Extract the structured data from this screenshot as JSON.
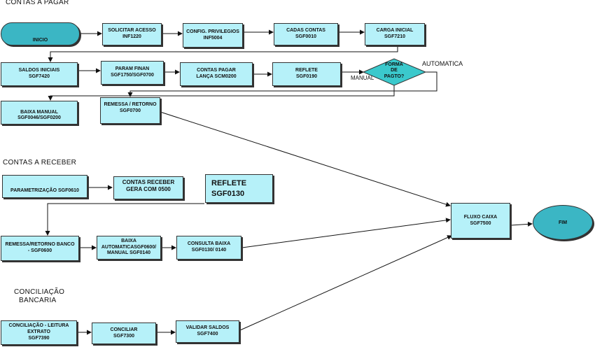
{
  "headings": {
    "contas_pagar": "CONTAS A PAGAR",
    "contas_receber": "CONTAS A RECEBER",
    "conciliacao_1": "CONCILIAÇÃO",
    "conciliacao_2": "BANCARIA"
  },
  "labels": {
    "automatica": "AUTOMATICA",
    "manual": "MANUAL"
  },
  "nodes": {
    "inicio": "INICIO",
    "solicitar_acesso": [
      "SOLICITAR ACESSO",
      "INF1220"
    ],
    "config_privilegios": [
      "CONFIG. PRIVILEGIOS",
      "INF5004"
    ],
    "cadas_contas": [
      "CADAS CONTAS",
      "SGF0010"
    ],
    "carga_inicial": [
      "CARGA INICIAL",
      "SGF7210"
    ],
    "saldos_iniciais": [
      "SALDOS INICIAIS",
      "SGF7420"
    ],
    "param_finan": [
      "PARAM FINAN",
      "SGF1750/SGF0700"
    ],
    "contas_pagar": [
      "CONTAS PAGAR",
      "LANÇA SCM0200"
    ],
    "reflete_pagar": [
      "REFLETE",
      "SGF0190"
    ],
    "forma_pagto": [
      "FORMA",
      "DE",
      "PAGTO?"
    ],
    "baixa_manual": [
      "BAIXA MANUAL",
      "SGF0046/SGF0200"
    ],
    "remessa_retorno": [
      "REMESSA / RETORNO",
      "SGF0700"
    ],
    "parametrizacao": [
      "PARAMETRIZAÇÃO SGF0610"
    ],
    "contas_receber": [
      "CONTAS RECEBER",
      "GERA COM 0500"
    ],
    "reflete_receber": [
      "REFLETE",
      "SGF0130"
    ],
    "remessa_banco": [
      "REMESSA/RETORNO BANCO",
      "- SGF0600"
    ],
    "baixa_automatica": [
      "BAIXA",
      "AUTOMATICASGF0600/",
      "MANUAL SGF0140"
    ],
    "consulta_baixa": [
      "CONSULTA BAIXA",
      "SGF0130/ 0140"
    ],
    "fluxo_caixa": [
      "FLUXO CAIXA",
      "SGF7500"
    ],
    "fim": "FIM",
    "conciliacao_leitura": [
      "CONCILIAÇÃO - LEITURA",
      "EXTRATO",
      "SGF7390"
    ],
    "conciliar": [
      "CONCILIAR",
      "SGF7300"
    ],
    "validar_saldos": [
      "VALIDAR SALDOS",
      "SGF7400"
    ]
  }
}
